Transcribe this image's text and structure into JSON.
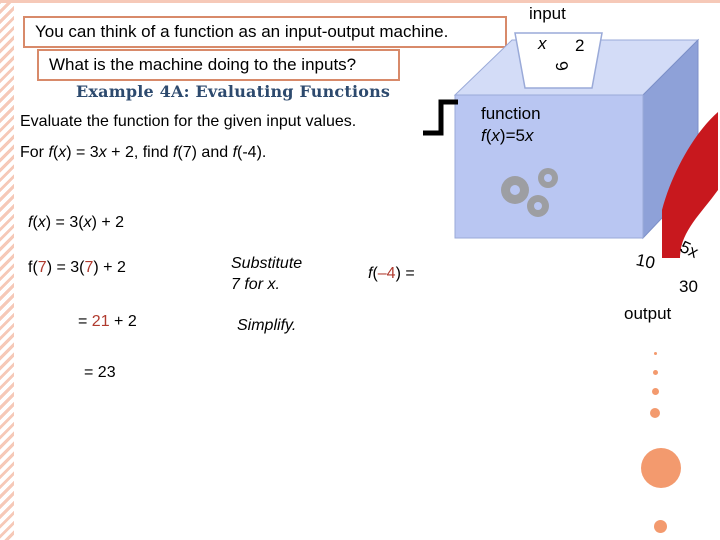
{
  "callouts": {
    "top": "You can think of a function as an input-output machine.",
    "second": "What is the machine doing to the inputs?"
  },
  "example_title": "Example 4A: Evaluating Functions",
  "instructions": {
    "line1": "Evaluate the function for the given input values.",
    "line2_parts": [
      "For ",
      "f",
      "(",
      "x",
      ") = 3",
      "x",
      " + 2, find ",
      "f",
      "(7) and ",
      "f",
      "(-4)."
    ]
  },
  "work": {
    "definition": {
      "f": "f",
      "open": "(",
      "x": "x",
      "mid": ") = 3(",
      "x2": "x",
      "end": ") + 2"
    },
    "step1": {
      "left": "f(",
      "a": "7",
      "mid": ") = 3(",
      "b": "7",
      "end": ") + 2"
    },
    "step2": {
      "prefix": "= ",
      "a": "21",
      "end": " + 2"
    },
    "step3": "= 23",
    "note1_line1": "Substitute",
    "note1_line2": "7 for x.",
    "note2": "Simplify.",
    "second_eval": {
      "f": "f",
      "open": "(",
      "arg": "–4",
      "end": ") ="
    }
  },
  "machine": {
    "input_label": "input",
    "inputs": [
      "x",
      "2",
      "6"
    ],
    "function_label": "function",
    "rule": {
      "f": "f",
      "open": "(",
      "x": "x",
      "mid": ")=5",
      "x2": "x"
    },
    "outputs": [
      "10",
      "5x",
      "30"
    ],
    "output_label": "output",
    "gear_icon": "gears-icon"
  },
  "colors": {
    "accent": "#d88a6a",
    "title_blue": "#2d4a6e",
    "highlight_red": "#b03a2e",
    "machine_front": "#b9c6f2",
    "machine_top": "#d3dcf7",
    "machine_side": "#8ea1d8",
    "chute_red": "#c8181e",
    "dots": "#f39a6e"
  }
}
